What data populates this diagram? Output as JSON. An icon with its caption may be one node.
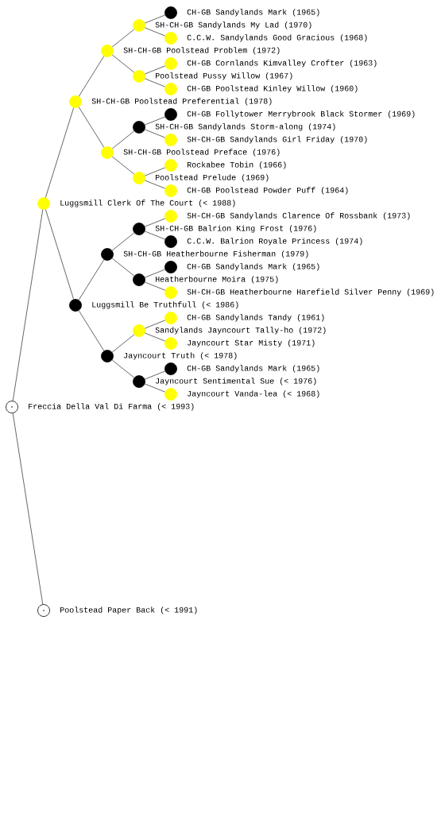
{
  "diagram": {
    "nodes": [
      {
        "text": [
          "CH-GB Sandylands Mark (1965)"
        ]
      },
      {
        "text": [
          "SH-CH-GB Sandylands My Lad (1970)"
        ]
      },
      {
        "text": [
          "C.C.W. Sandylands Good Gracious (1968)"
        ]
      },
      {
        "text": [
          "SH-CH-GB Poolstead Problem (1972)"
        ]
      },
      {
        "text": [
          "CH-GB Cornlands Kimvalley Crofter (1963)"
        ]
      },
      {
        "text": [
          "Poolstead Pussy Willow (1967)"
        ]
      },
      {
        "text": [
          "CH-GB Poolstead Kinley Willow (1960)"
        ]
      },
      {
        "text": [
          "SH-CH-GB Poolstead Preferential (1978)"
        ]
      },
      {
        "text": [
          "CH-GB Follytower Merrybrook Black Stormer (1969)"
        ]
      },
      {
        "text": [
          "SH-CH-GB Sandylands Storm-along (1974)"
        ]
      },
      {
        "text": [
          "SH-CH-GB Sandylands Girl Friday (1970)"
        ]
      },
      {
        "text": [
          "SH-CH-GB Poolstead Preface (1976)"
        ]
      },
      {
        "text": [
          "Rockabee Tobin (1966)"
        ]
      },
      {
        "text": [
          "Poolstead Prelude (1969)"
        ]
      },
      {
        "text": [
          "CH-GB Poolstead Powder Puff (1964)"
        ]
      },
      {
        "text": [
          "Luggsmill Clerk Of The Court (< 1988)"
        ]
      },
      {
        "text": [
          "SH-CH-GB Sandylands Clarence Of Rossbank (1973)"
        ]
      },
      {
        "text": [
          "SH-CH-GB Balrion King Frost (1976)"
        ]
      },
      {
        "text": [
          "C.C.W. Balrion Royale Princess (1974)"
        ]
      },
      {
        "text": [
          "SH-CH-GB Heatherbourne Fisherman (1979)"
        ]
      },
      {
        "text": [
          "CH-GB Sandylands Mark (1965)"
        ]
      },
      {
        "text": [
          "Heatherbourne Moira (1975)"
        ]
      },
      {
        "text": [
          "SH-CH-GB Heatherbourne Harefield Silver Penny (1969)"
        ]
      },
      {
        "text": [
          "Luggsmill Be Truthfull (< 1986)"
        ]
      },
      {
        "text": [
          "CH-GB Sandylands Tandy (1961)"
        ]
      },
      {
        "text": [
          "Sandylands Jayncourt Tally-ho (1972)"
        ]
      },
      {
        "text": [
          "Jayncourt Star Misty (1971)"
        ]
      },
      {
        "text": [
          "Jayncourt Truth (< 1978)"
        ]
      },
      {
        "text": [
          "CH-GB Sandylands Mark (1965)"
        ]
      },
      {
        "text": [
          "Jayncourt Sentimental Sue (< 1976)"
        ]
      },
      {
        "text": [
          "Jayncourt Vanda-lea (< 1968)"
        ]
      },
      {
        "text": [
          "Freccia Della Val Di Farma (< 1993)"
        ]
      },
      {
        "text": [
          "Poolstead Paper Back (< 1991)"
        ]
      }
    ],
    "edges": [
      {
        "from": 31,
        "to": 15,
        "arrow": "none"
      },
      {
        "from": 31,
        "to": 32,
        "arrow": "none"
      },
      {
        "from": 15,
        "to": 7,
        "arrow": "none"
      },
      {
        "from": 15,
        "to": 23,
        "arrow": "none"
      },
      {
        "from": 7,
        "to": 3,
        "arrow": "none"
      },
      {
        "from": 7,
        "to": 11,
        "arrow": "none"
      },
      {
        "from": 3,
        "to": 1,
        "arrow": "none"
      },
      {
        "from": 3,
        "to": 5,
        "arrow": "none"
      },
      {
        "from": 1,
        "to": 0,
        "arrow": "none"
      },
      {
        "from": 1,
        "to": 2,
        "arrow": "none"
      },
      {
        "from": 5,
        "to": 4,
        "arrow": "none"
      },
      {
        "from": 5,
        "to": 6,
        "arrow": "none"
      },
      {
        "from": 11,
        "to": 9,
        "arrow": "none"
      },
      {
        "from": 11,
        "to": 13,
        "arrow": "none"
      },
      {
        "from": 9,
        "to": 8,
        "arrow": "none"
      },
      {
        "from": 9,
        "to": 10,
        "arrow": "none"
      },
      {
        "from": 13,
        "to": 12,
        "arrow": "none"
      },
      {
        "from": 13,
        "to": 14,
        "arrow": "none"
      },
      {
        "from": 23,
        "to": 19,
        "arrow": "none"
      },
      {
        "from": 23,
        "to": 27,
        "arrow": "none"
      },
      {
        "from": 19,
        "to": 17,
        "arrow": "none"
      },
      {
        "from": 19,
        "to": 21,
        "arrow": "none"
      },
      {
        "from": 17,
        "to": 16,
        "arrow": "none"
      },
      {
        "from": 17,
        "to": 18,
        "arrow": "none"
      },
      {
        "from": 21,
        "to": 20,
        "arrow": "none"
      },
      {
        "from": 21,
        "to": 22,
        "arrow": "none"
      },
      {
        "from": 27,
        "to": 25,
        "arrow": "none"
      },
      {
        "from": 27,
        "to": 29,
        "arrow": "none"
      },
      {
        "from": 25,
        "to": 24,
        "arrow": "none"
      },
      {
        "from": 25,
        "to": 26,
        "arrow": "none"
      },
      {
        "from": 29,
        "to": 28,
        "arrow": "none"
      },
      {
        "from": 29,
        "to": 30,
        "arrow": "none"
      }
    ]
  }
}
